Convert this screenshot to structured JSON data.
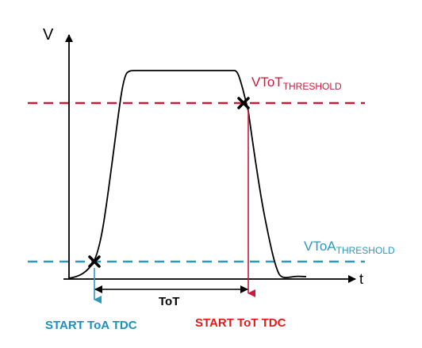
{
  "diagram": {
    "axes": {
      "y_label": "V",
      "x_label": "t"
    },
    "thresholds": {
      "tot": {
        "main": "VToT",
        "sub": "THRESHOLD",
        "color": "#cc1a3a"
      },
      "toa": {
        "main": "VToA",
        "sub": "THRESHOLD",
        "color": "#2a9ab8"
      }
    },
    "tot_label": "ToT",
    "start_toa": {
      "label": "START ToA TDC",
      "color": "#1a8fc0"
    },
    "start_tot": {
      "label": "START ToT TDC",
      "color": "#e01a1a"
    },
    "colors": {
      "axis": "#000000",
      "pulse": "#000000",
      "marker": "#000000"
    }
  }
}
